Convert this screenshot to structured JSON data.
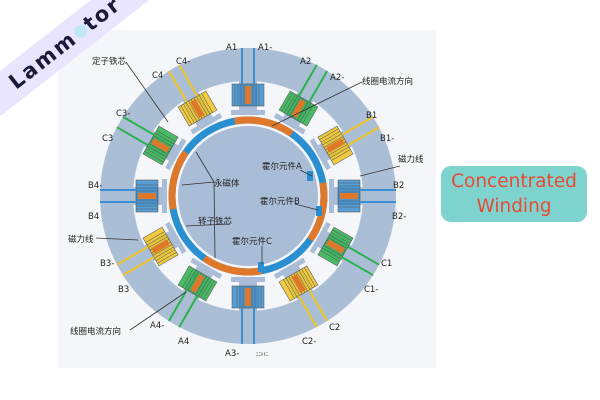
{
  "brand": {
    "logo_left": "Lamm",
    "logo_right": "tor"
  },
  "badge": {
    "line1": "Concentrated",
    "line2": "Winding"
  },
  "labels": {
    "A1": "A1",
    "A1m": "A1-",
    "A2": "A2",
    "A2m": "A2-",
    "B1": "B1",
    "B1m": "B1-",
    "B2": "B2",
    "B2m": "B2-",
    "C1": "C1",
    "C1m": "C1-",
    "C2": "C2",
    "C2m": "C2-",
    "A3m": "A3-",
    "A4": "A4",
    "A4m": "A4-",
    "B3": "B3",
    "B3m": "B3-",
    "B4": "B4",
    "B4m": "B4-",
    "C3": "C3",
    "C3m": "C3-",
    "C4": "C4",
    "C4m": "C4-"
  },
  "annotations": {
    "stator_core": "定子铁芯",
    "coil_current_top": "线圈电流方向",
    "coil_current_bottom": "线圈电流方向",
    "flux_right": "磁力线",
    "flux_left": "磁力线",
    "magnet": "永磁体",
    "rotor_core": "转子铁芯",
    "hall_a": "霍尔元件A",
    "hall_b": "霍尔元件B",
    "hall_c": "霍尔元件C",
    "small_text": "ﾆﾆﾄﾄﾆ"
  },
  "colors": {
    "stator": "#a9bdd6",
    "rotor": "#a9bdd6",
    "magnet_blue": "#2a8fd0",
    "magnet_orange": "#e0782c",
    "phase_a": "#3a8fd0",
    "phase_b": "#2bb24c",
    "phase_c": "#f0c420"
  }
}
